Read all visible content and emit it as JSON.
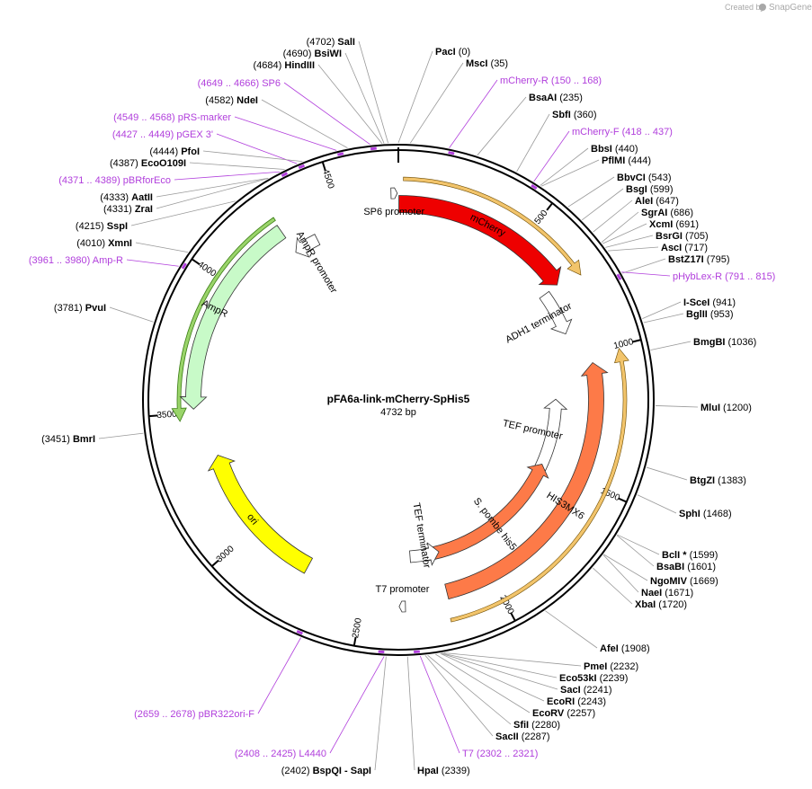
{
  "credit": {
    "prefix": "Created by",
    "brand": "SnapGene"
  },
  "plasmid": {
    "name": "pFA6a-link-mCherry-SpHis5",
    "size_label": "4732 bp",
    "length": 4732
  },
  "colors": {
    "backbone": "#000000",
    "primer": "#b13fdc",
    "mCherry": "#ee0000",
    "his": "#fd7a48",
    "ampr": "#c8fac8",
    "ori": "#ffff00",
    "highlight": "#f2c46b",
    "green": "#3a7d14"
  },
  "ticks": [
    {
      "pos": 500,
      "label": "500"
    },
    {
      "pos": 1000,
      "label": "1000"
    },
    {
      "pos": 1500,
      "label": "1500"
    },
    {
      "pos": 2000,
      "label": "2000"
    },
    {
      "pos": 2500,
      "label": "2500"
    },
    {
      "pos": 3000,
      "label": "3000"
    },
    {
      "pos": 3500,
      "label": "3500"
    },
    {
      "pos": 4000,
      "label": "4000"
    },
    {
      "pos": 4500,
      "label": "4500"
    }
  ],
  "features": [
    {
      "name": "mCherry",
      "label": "mCherry",
      "start": 2,
      "end": 711,
      "dir": 1,
      "color": "#ee0000",
      "r": 218,
      "w": 19,
      "ltype": "inside"
    },
    {
      "name": "ADH1 terminator",
      "label": "ADH1 terminator",
      "start": 713,
      "end": 900,
      "dir": 1,
      "color": "#ffffff",
      "r": 200,
      "w": 13,
      "ltype": "path"
    },
    {
      "name": "TEF promoter",
      "label": "TEF promoter",
      "start": 1180,
      "end": 1520,
      "dir": -1,
      "color": "#ffffff",
      "r": 175,
      "w": 13,
      "ltype": "path"
    },
    {
      "name": "S. pombe his5",
      "label": "S. pombe his5",
      "start": 1500,
      "end": 2240,
      "dir": -1,
      "color": "#fd7a48",
      "r": 175,
      "w": 14,
      "ltype": "inside"
    },
    {
      "name": "HIS3MX6",
      "label": "HIS3MX6",
      "start": 1040,
      "end": 2180,
      "dir": -1,
      "color": "#fd7a48",
      "r": 220,
      "w": 17,
      "ltype": "inside"
    },
    {
      "name": "TEF terminator",
      "label": "TEF terminator",
      "start": 2170,
      "end": 2310,
      "dir": -1,
      "color": "#ffffff",
      "r": 175,
      "w": 13,
      "ltype": "path"
    },
    {
      "name": "ori",
      "label": "ori",
      "start": 3325,
      "end": 2740,
      "dir": 1,
      "color": "#ffff00",
      "r": 210,
      "w": 19,
      "ltype": "inside"
    },
    {
      "name": "AmpR",
      "label": "AmpR",
      "start": 4275,
      "end": 3515,
      "dir": -1,
      "color": "#c8fac8",
      "r": 228,
      "w": 17,
      "ltype": "inside"
    },
    {
      "name": "AmpR promoter",
      "label": "AmpR promoter",
      "start": 4380,
      "end": 4275,
      "dir": -1,
      "color": "#ffffff",
      "r": 200,
      "w": 13,
      "ltype": "path"
    }
  ],
  "small_features": [
    {
      "name": "SP6 promoter",
      "label": "SP6 promoter",
      "pos": 4715
    },
    {
      "name": "T7 promoter",
      "label": "T7 promoter",
      "pos": 2350
    }
  ],
  "sites": [
    {
      "name": "SalI",
      "pos": "4702",
      "side": "L",
      "bold": true,
      "primer": false
    },
    {
      "name": "BsiWI",
      "pos": "4690",
      "side": "L",
      "bold": true,
      "primer": false
    },
    {
      "name": "HindIII",
      "pos": "4684",
      "side": "L",
      "bold": true,
      "primer": false
    },
    {
      "name": "SP6",
      "pos": "4649 .. 4666",
      "side": "L",
      "bold": false,
      "primer": true
    },
    {
      "name": "NdeI",
      "pos": "4582",
      "side": "L",
      "bold": true,
      "primer": false
    },
    {
      "name": "pRS-marker",
      "pos": "4549 .. 4568",
      "side": "L",
      "bold": false,
      "primer": true
    },
    {
      "name": "pGEX 3'",
      "pos": "4427 .. 4449",
      "side": "L",
      "bold": false,
      "primer": true
    },
    {
      "name": "PfoI",
      "pos": "4444",
      "side": "L",
      "bold": true,
      "primer": false
    },
    {
      "name": "EcoO109I",
      "pos": "4387",
      "side": "L",
      "bold": true,
      "primer": false
    },
    {
      "name": "pBRforEco",
      "pos": "4371 .. 4389",
      "side": "L",
      "bold": false,
      "primer": true
    },
    {
      "name": "AatII",
      "pos": "4333",
      "side": "L",
      "bold": true,
      "primer": false
    },
    {
      "name": "ZraI",
      "pos": "4331",
      "side": "L",
      "bold": true,
      "primer": false
    },
    {
      "name": "SspI",
      "pos": "4215",
      "side": "L",
      "bold": true,
      "primer": false
    },
    {
      "name": "XmnI",
      "pos": "4010",
      "side": "L",
      "bold": true,
      "primer": false
    },
    {
      "name": "Amp-R",
      "pos": "3961 .. 3980",
      "side": "L",
      "bold": false,
      "primer": true
    },
    {
      "name": "PvuI",
      "pos": "3781",
      "side": "L",
      "bold": true,
      "primer": false
    },
    {
      "name": "BmrI",
      "pos": "3451",
      "side": "L",
      "bold": true,
      "primer": false
    },
    {
      "name": "pBR322ori-F",
      "pos": "2659 .. 2678",
      "side": "L",
      "bold": false,
      "primer": true
    },
    {
      "name": "L4440",
      "pos": "2408 .. 2425",
      "side": "L",
      "bold": false,
      "primer": true
    },
    {
      "name": "BspQI - SapI",
      "pos": "2402",
      "side": "L",
      "bold": true,
      "primer": false
    },
    {
      "name": "PacI",
      "pos": "0",
      "side": "R",
      "bold": true,
      "primer": false
    },
    {
      "name": "MscI",
      "pos": "35",
      "side": "R",
      "bold": true,
      "primer": false
    },
    {
      "name": "mCherry-R",
      "pos": "150 .. 168",
      "side": "R",
      "bold": false,
      "primer": true
    },
    {
      "name": "BsaAI",
      "pos": "235",
      "side": "R",
      "bold": true,
      "primer": false
    },
    {
      "name": "SbfI",
      "pos": "360",
      "side": "R",
      "bold": true,
      "primer": false
    },
    {
      "name": "mCherry-F",
      "pos": "418 .. 437",
      "side": "R",
      "bold": false,
      "primer": true
    },
    {
      "name": "BbsI",
      "pos": "440",
      "side": "R",
      "bold": true,
      "primer": false
    },
    {
      "name": "PflMI",
      "pos": "444",
      "side": "R",
      "bold": true,
      "primer": false
    },
    {
      "name": "BbvCI",
      "pos": "543",
      "side": "R",
      "bold": true,
      "primer": false
    },
    {
      "name": "BsgI",
      "pos": "599",
      "side": "R",
      "bold": true,
      "primer": false
    },
    {
      "name": "AleI",
      "pos": "647",
      "side": "R",
      "bold": true,
      "primer": false
    },
    {
      "name": "SgrAI",
      "pos": "686",
      "side": "R",
      "bold": true,
      "primer": false
    },
    {
      "name": "XcmI",
      "pos": "691",
      "side": "R",
      "bold": true,
      "primer": false
    },
    {
      "name": "BsrGI",
      "pos": "705",
      "side": "R",
      "bold": true,
      "primer": false
    },
    {
      "name": "AscI",
      "pos": "717",
      "side": "R",
      "bold": true,
      "primer": false
    },
    {
      "name": "BstZ17I",
      "pos": "795",
      "side": "R",
      "bold": true,
      "primer": false
    },
    {
      "name": "pHybLex-R",
      "pos": "791 .. 815",
      "side": "R",
      "bold": false,
      "primer": true
    },
    {
      "name": "I-SceI",
      "pos": "941",
      "side": "R",
      "bold": true,
      "primer": false
    },
    {
      "name": "BglII",
      "pos": "953",
      "side": "R",
      "bold": true,
      "primer": false
    },
    {
      "name": "BmgBI",
      "pos": "1036",
      "side": "R",
      "bold": true,
      "primer": false
    },
    {
      "name": "MluI",
      "pos": "1200",
      "side": "R",
      "bold": true,
      "primer": false
    },
    {
      "name": "BtgZI",
      "pos": "1383",
      "side": "R",
      "bold": true,
      "primer": false
    },
    {
      "name": "SphI",
      "pos": "1468",
      "side": "R",
      "bold": true,
      "primer": false
    },
    {
      "name": "BclI *",
      "pos": "1599",
      "side": "R",
      "bold": true,
      "primer": false
    },
    {
      "name": "BsaBI",
      "pos": "1601",
      "side": "R",
      "bold": true,
      "primer": false
    },
    {
      "name": "NgoMIV",
      "pos": "1669",
      "side": "R",
      "bold": true,
      "primer": false
    },
    {
      "name": "NaeI",
      "pos": "1671",
      "side": "R",
      "bold": true,
      "primer": false
    },
    {
      "name": "XbaI",
      "pos": "1720",
      "side": "R",
      "bold": true,
      "primer": false
    },
    {
      "name": "AfeI",
      "pos": "1908",
      "side": "R",
      "bold": true,
      "primer": false
    },
    {
      "name": "PmeI",
      "pos": "2232",
      "side": "R",
      "bold": true,
      "primer": false
    },
    {
      "name": "Eco53kI",
      "pos": "2239",
      "side": "R",
      "bold": true,
      "primer": false
    },
    {
      "name": "SacI",
      "pos": "2241",
      "side": "R",
      "bold": true,
      "primer": false
    },
    {
      "name": "EcoRI",
      "pos": "2243",
      "side": "R",
      "bold": true,
      "primer": false
    },
    {
      "name": "EcoRV",
      "pos": "2257",
      "side": "R",
      "bold": true,
      "primer": false
    },
    {
      "name": "SfiI",
      "pos": "2280",
      "side": "R",
      "bold": true,
      "primer": false
    },
    {
      "name": "SacII",
      "pos": "2287",
      "side": "R",
      "bold": true,
      "primer": false
    },
    {
      "name": "T7",
      "pos": "2302 .. 2321",
      "side": "R",
      "bold": false,
      "primer": true
    },
    {
      "name": "HpaI",
      "pos": "2339",
      "side": "R",
      "bold": true,
      "primer": false
    }
  ]
}
